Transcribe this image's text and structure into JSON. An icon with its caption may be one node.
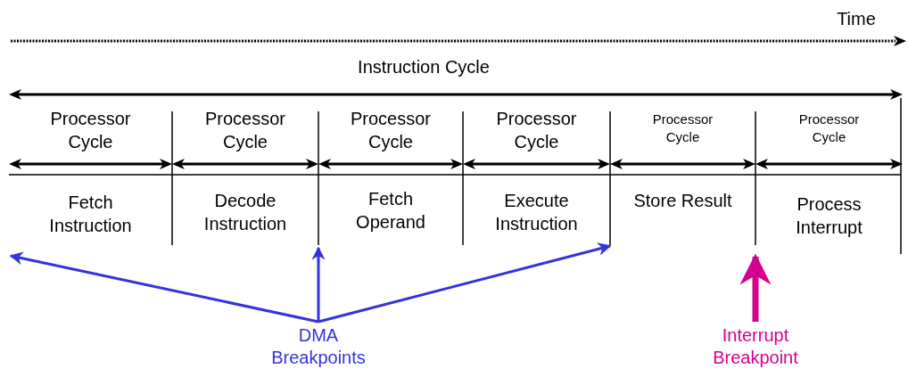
{
  "diagram": {
    "nodes": [
      {
        "text": [
          "DMA Breakpoints"
        ]
      },
      {
        "text": [
          "Interrupt Breakpoint"
        ]
      }
    ],
    "edges": [
      {
        "from": 0,
        "to": null,
        "arrow": "to"
      },
      {
        "from": 0,
        "to": null,
        "arrow": "to"
      },
      {
        "from": 0,
        "to": null,
        "arrow": "to"
      },
      {
        "from": 1,
        "to": null,
        "arrow": "to",
        "style": "thick",
        "color": "#d4008f"
      }
    ],
    "labels": [
      "Time",
      "Instruction Cycle",
      "Processor Cycle",
      "Processor Cycle",
      "Processor Cycle",
      "Processor Cycle",
      "Processor Cycle",
      "Processor Cycle",
      "Fetch Instruction",
      "Decode Instruction",
      "Fetch Operand",
      "Execute Instruction",
      "Store Result",
      "Process Interrupt"
    ]
  }
}
